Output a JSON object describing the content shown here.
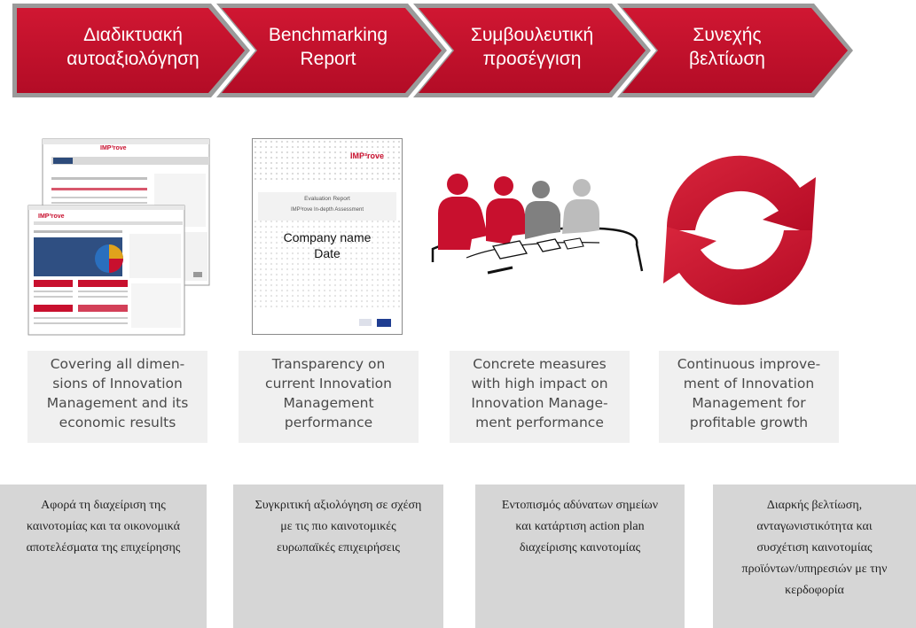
{
  "colors": {
    "red": "#c8102e",
    "dark_red": "#a50d25",
    "chevron_border": "#8a8a8a",
    "caption_bg": "#f0f0f0",
    "box_bg": "#d6d6d6"
  },
  "steps": [
    {
      "label": "Διαδικτυακή\nαυτοαξιολόγηση"
    },
    {
      "label": "Benchmarking\nReport"
    },
    {
      "label": "Συμβουλευτική\nπροσέγγιση"
    },
    {
      "label": "Συνεχής\nβελτίωση"
    }
  ],
  "illustrations": {
    "website_logo": "IMP³rove",
    "report": {
      "logo": "IMP³rove",
      "subtitle1": "Evaluation Report",
      "subtitle2": "IMP³rove In-depth Assessment",
      "line1": "Company name",
      "line2": "Date"
    },
    "meeting_icon": "meeting-people-icon",
    "cycle_icon": "refresh-arrows-icon"
  },
  "captions": [
    "Covering all dimen-\nsions of Innovation\nManagement and its\neconomic results",
    "Transparency on\ncurrent  Innovation\nManagement\nperformance",
    "Concrete measures\nwith high impact on\nInnovation Manage-\nment performance",
    "Continuous improve-\nment of Innovation\nManagement for\nprofitable growth"
  ],
  "descriptions": [
    "Αφορά τη διαχείριση της\nκαινοτομίας και τα οικονομικά\nαποτελέσματα της επιχείρησης",
    "Συγκριτική αξιολόγηση σε σχέση\nμε τις πιο καινοτομικές\nευρωπαϊκές επιχειρήσεις",
    "Εντοπισμός αδύνατων σημείων\nκαι κατάρτιση action plan\nδιαχείρισης καινοτομίας",
    "Διαρκής βελτίωση,\nανταγωνιστικότητα και\nσυσχέτιση καινοτομίας\nπροϊόντων/υπηρεσιών με την\nκερδοφορία"
  ]
}
